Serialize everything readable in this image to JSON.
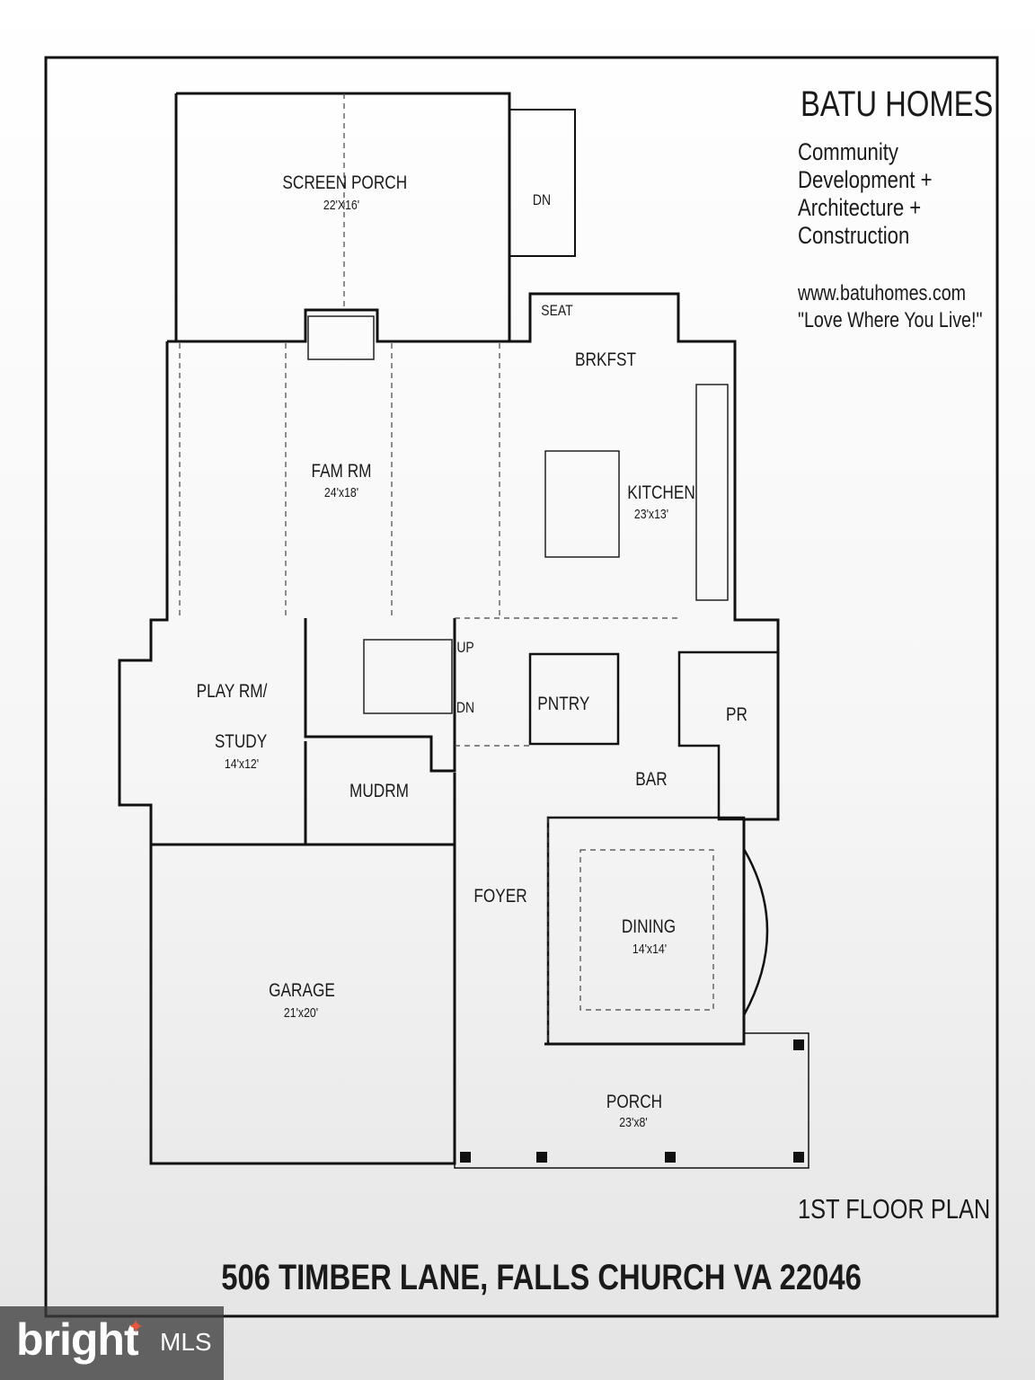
{
  "firm": {
    "name": "BATU HOMES",
    "lines": [
      "Community",
      "Development +",
      "Architecture +",
      "Construction"
    ],
    "website": "www.batuhomes.com",
    "slogan": "\"Love Where You Live!\""
  },
  "floor_title": "1ST FLOOR PLAN",
  "address": "506 TIMBER LANE, FALLS CHURCH VA 22046",
  "rooms": {
    "screen_porch": {
      "name": "SCREEN PORCH",
      "dim": "22'X16'"
    },
    "fam_rm": {
      "name": "FAM RM",
      "dim": "24'x18'"
    },
    "brkfst": {
      "name": "BRKFST"
    },
    "kitchen": {
      "name": "KITCHEN",
      "dim": "23'x13'"
    },
    "play_rm": {
      "name_line1": "PLAY RM/",
      "name_line2": "STUDY",
      "dim": "14'x12'"
    },
    "mudrm": {
      "name": "MUDRM"
    },
    "pntry": {
      "name": "PNTRY"
    },
    "pr": {
      "name": "PR"
    },
    "bar": {
      "name": "BAR"
    },
    "foyer": {
      "name": "FOYER"
    },
    "dining": {
      "name": "DINING",
      "dim": "14'x14'"
    },
    "garage": {
      "name": "GARAGE",
      "dim": "21'x20'"
    },
    "porch": {
      "name": "PORCH",
      "dim": "23'x8'"
    }
  },
  "annotations": {
    "seat": "SEAT",
    "stair_up": "UP",
    "stair_dn": "DN",
    "porch_stair_dn": "DN"
  },
  "watermark": {
    "brand": "bright",
    "suffix": "MLS",
    "mark": "✦"
  }
}
